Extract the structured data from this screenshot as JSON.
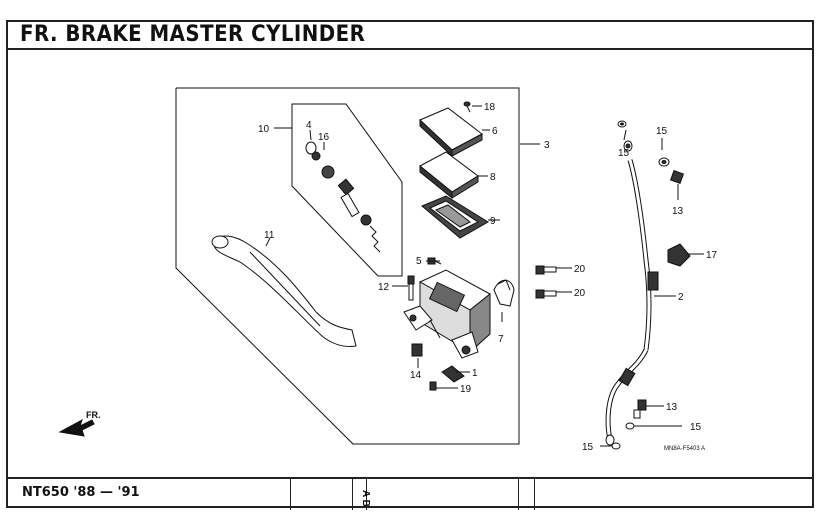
{
  "title": "FR. BRAKE MASTER CYLINDER",
  "footer": {
    "model": "NT650 '88 — '91",
    "code": "A\nB"
  },
  "diagram": {
    "direction_label": "FR.",
    "figure_code": "MN8A-F5403 A",
    "callouts": {
      "c1": "1",
      "c2": "2",
      "c3": "3",
      "c4": "4",
      "c5": "5",
      "c6": "6",
      "c7": "7",
      "c8": "8",
      "c9": "9",
      "c10": "10",
      "c11": "11",
      "c12": "12",
      "c13a": "13",
      "c13b": "13",
      "c14": "14",
      "c15a": "15",
      "c15b": "15",
      "c15c": "15",
      "c15d": "15",
      "c16": "16",
      "c17": "17",
      "c18": "18",
      "c19": "19",
      "c20a": "20",
      "c20b": "20"
    }
  }
}
